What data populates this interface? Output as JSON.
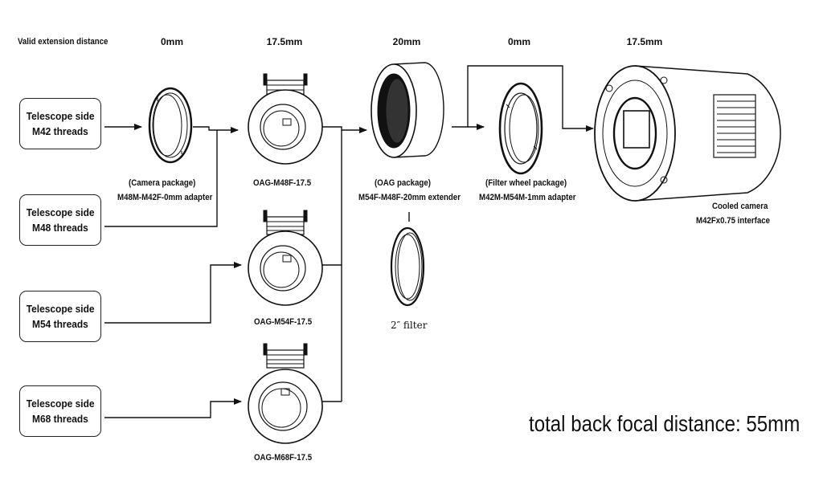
{
  "header": {
    "caption": "Valid extension distance",
    "distances": [
      "0mm",
      "17.5mm",
      "20mm",
      "0mm",
      "17.5mm"
    ]
  },
  "telescope_sides": [
    {
      "line1": "Telescope side",
      "line2": "M42 threads"
    },
    {
      "line1": "Telescope side",
      "line2": "M48 threads"
    },
    {
      "line1": "Telescope side",
      "line2": "M54 threads"
    },
    {
      "line1": "Telescope side",
      "line2": "M68 threads"
    }
  ],
  "components": {
    "adapter_package": "(Camera package)",
    "adapter_name": "M48M-M42F-0mm adapter",
    "oag_m48": "OAG-M48F-17.5",
    "oag_m54": "OAG-M54F-17.5",
    "oag_m68": "OAG-M68F-17.5",
    "extender_package": "(OAG package)",
    "extender_name": "M54F-M48F-20mm extender",
    "filter_label": "2″ filter",
    "fw_package": "(Filter wheel package)",
    "fw_name": "M42M-M54M-1mm adapter",
    "camera_line1": "Cooled camera",
    "camera_line2": "M42Fx0.75 interface"
  },
  "footer": {
    "total": "total back focal distance: 55mm"
  }
}
